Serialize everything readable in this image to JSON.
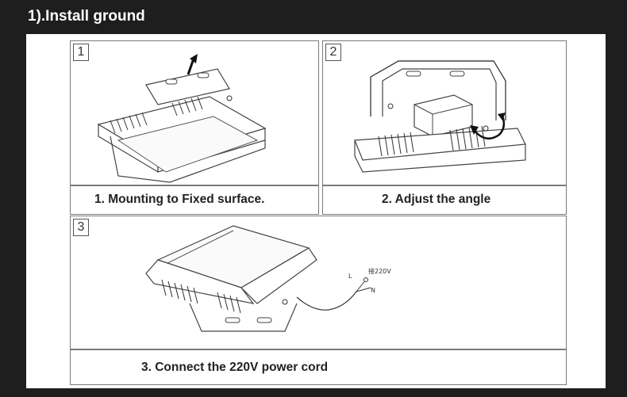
{
  "heading": "1).Install ground",
  "panels": [
    {
      "number": "1",
      "caption": "1. Mounting to Fixed surface."
    },
    {
      "number": "2",
      "caption": "2. Adjust the angle"
    },
    {
      "number": "3",
      "caption": "3. Connect the 220V power cord"
    }
  ],
  "wiring": {
    "live": "L",
    "neutral": "N",
    "supply": "接220V"
  }
}
